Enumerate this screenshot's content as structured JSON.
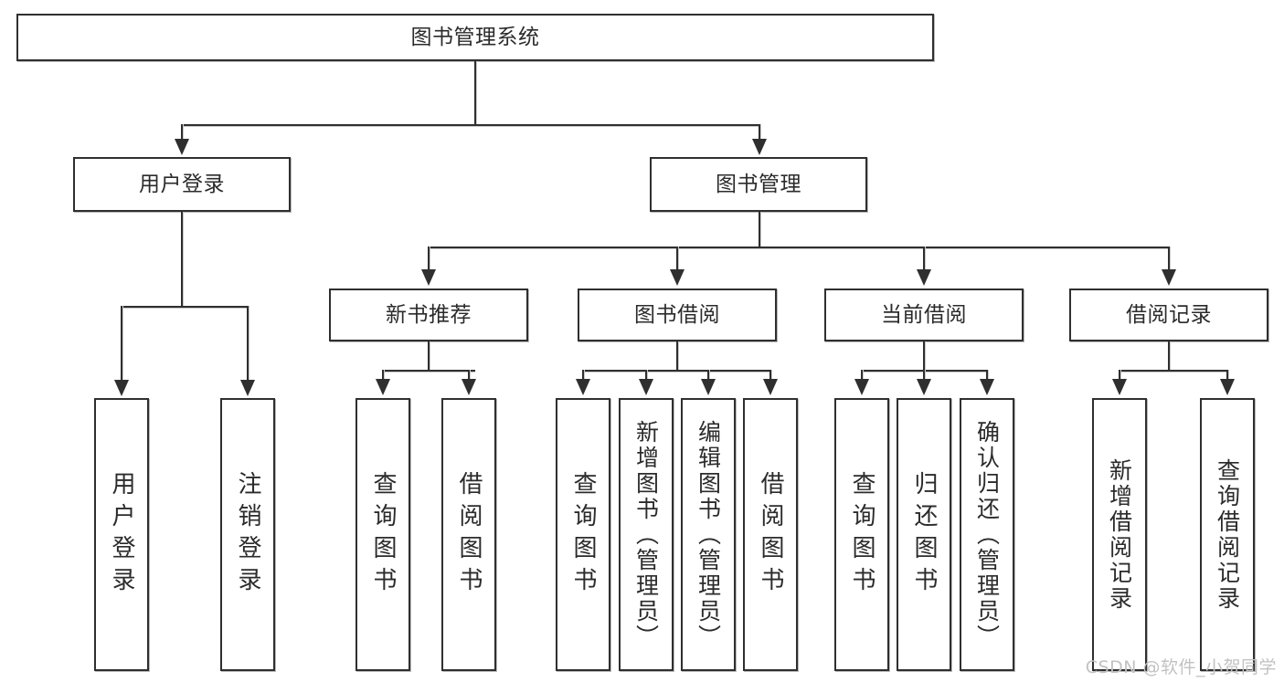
{
  "diagram": {
    "title": "图书管理系统",
    "type": "tree",
    "root": {
      "label": "图书管理系统"
    },
    "level2": [
      {
        "label": "用户登录"
      },
      {
        "label": "图书管理"
      }
    ],
    "level3": [
      {
        "label": "新书推荐"
      },
      {
        "label": "图书借阅"
      },
      {
        "label": "当前借阅"
      },
      {
        "label": "借阅记录"
      }
    ],
    "leaves": {
      "user_login": [
        {
          "label": "用户登录"
        },
        {
          "label": "注销登录"
        }
      ],
      "new_book_recommend": [
        {
          "label": "查询图书"
        },
        {
          "label": "借阅图书"
        }
      ],
      "book_borrow": [
        {
          "label": "查询图书"
        },
        {
          "label": "新增图书（管理员）"
        },
        {
          "label": "编辑图书（管理员）"
        },
        {
          "label": "借阅图书"
        }
      ],
      "current_borrow": [
        {
          "label": "查询图书"
        },
        {
          "label": "归还图书"
        },
        {
          "label": "确认归还（管理员）"
        }
      ],
      "borrow_record": [
        {
          "label": "新增借阅记录"
        },
        {
          "label": "查询借阅记录"
        }
      ]
    }
  },
  "watermark": {
    "text": "CSDN @软件_小贺同学"
  },
  "colors": {
    "border": "#2f2f2f",
    "text": "#2b2b2b",
    "background": "#ffffff",
    "watermark": "#c2c2c2"
  }
}
